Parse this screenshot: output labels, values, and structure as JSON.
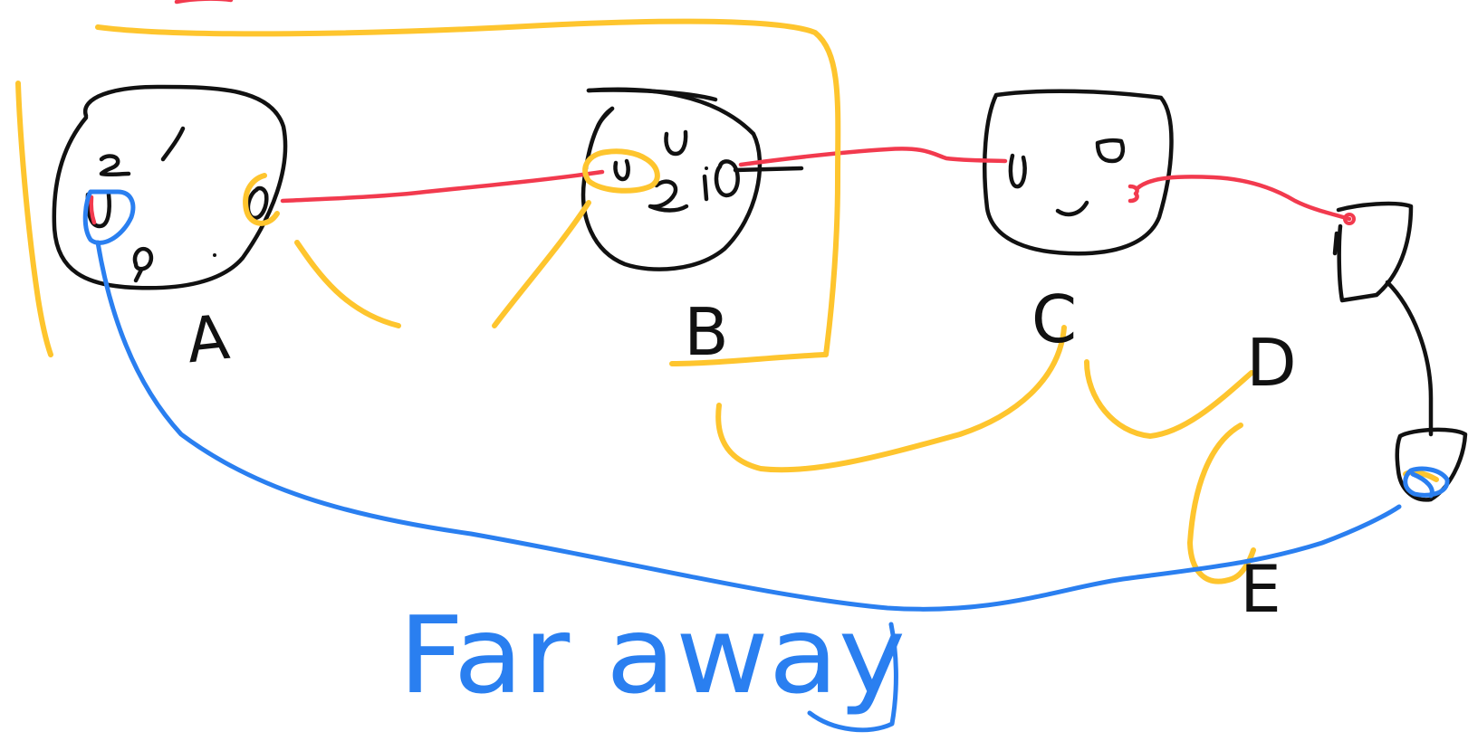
{
  "colors": {
    "node_ink": "#111111",
    "red_link": "#f23a4e",
    "yellow_group": "#fec52e",
    "blue_link": "#2a7ff0",
    "background": "#ffffff"
  },
  "nodes": [
    {
      "id": "A",
      "label": "A"
    },
    {
      "id": "B",
      "label": "B"
    },
    {
      "id": "C",
      "label": "C"
    },
    {
      "id": "D",
      "label": "D"
    },
    {
      "id": "E",
      "label": "E"
    }
  ],
  "annotations": {
    "far_away": "Far away"
  }
}
